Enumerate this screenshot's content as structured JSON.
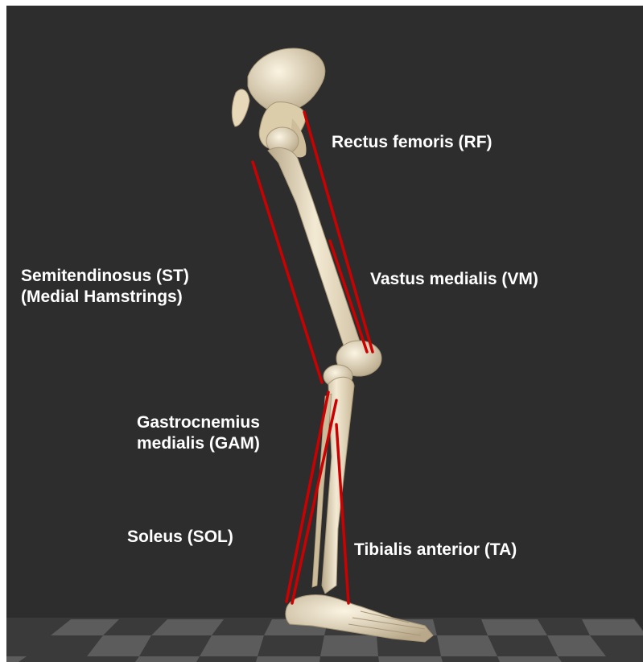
{
  "labels": {
    "rectus_femoris": "Rectus femoris (RF)",
    "vastus_medialis": "Vastus medialis (VM)",
    "semitendinosus_line1": "Semitendinosus (ST)",
    "semitendinosus_line2": "(Medial Hamstrings)",
    "gastrocnemius_line1": "Gastrocnemius",
    "gastrocnemius_line2": "medialis (GAM)",
    "soleus": "Soleus (SOL)",
    "tibialis_anterior": "Tibialis anterior (TA)"
  },
  "colors": {
    "background": "#2d2d2d",
    "bone": "#e8dcc0",
    "bone_shade": "#b9a98a",
    "muscle": "#cc0000",
    "floor_light": "#5c5c5c",
    "floor_dark": "#3a3a3a"
  }
}
